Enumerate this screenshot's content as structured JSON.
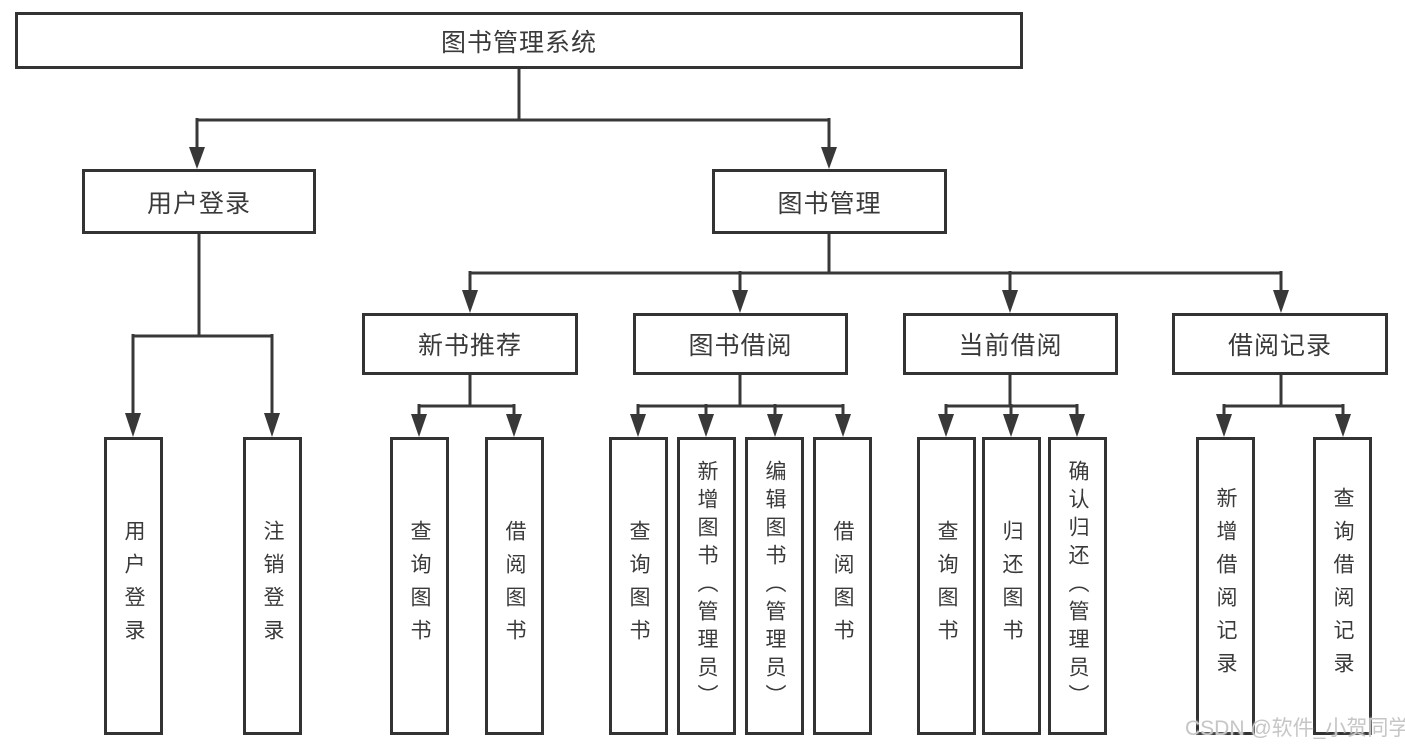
{
  "diagram": {
    "type": "hierarchy-tree",
    "colors": {
      "line": "#383838",
      "box_border": "#333333",
      "box_fill": "#ffffff",
      "text": "#3a3a3a",
      "watermark": "#c6c6c6"
    }
  },
  "tree": {
    "root": {
      "label": "图书管理系统"
    },
    "user_login": {
      "label": "用户登录",
      "children": [
        {
          "label": "用户登录"
        },
        {
          "label": "注销登录"
        }
      ]
    },
    "book_mgmt": {
      "label": "图书管理",
      "children": [
        {
          "label": "新书推荐",
          "children": [
            {
              "label": "查询图书"
            },
            {
              "label": "借阅图书"
            }
          ]
        },
        {
          "label": "图书借阅",
          "children": [
            {
              "label": "查询图书"
            },
            {
              "label": "新增图书（管理员）"
            },
            {
              "label": "编辑图书（管理员）"
            },
            {
              "label": "借阅图书"
            }
          ]
        },
        {
          "label": "当前借阅",
          "children": [
            {
              "label": "查询图书"
            },
            {
              "label": "归还图书"
            },
            {
              "label": "确认归还（管理员）"
            }
          ]
        },
        {
          "label": "借阅记录",
          "children": [
            {
              "label": "新增借阅记录"
            },
            {
              "label": "查询借阅记录"
            }
          ]
        }
      ]
    }
  },
  "watermark": {
    "text": "CSDN @软件_小贺同学"
  }
}
